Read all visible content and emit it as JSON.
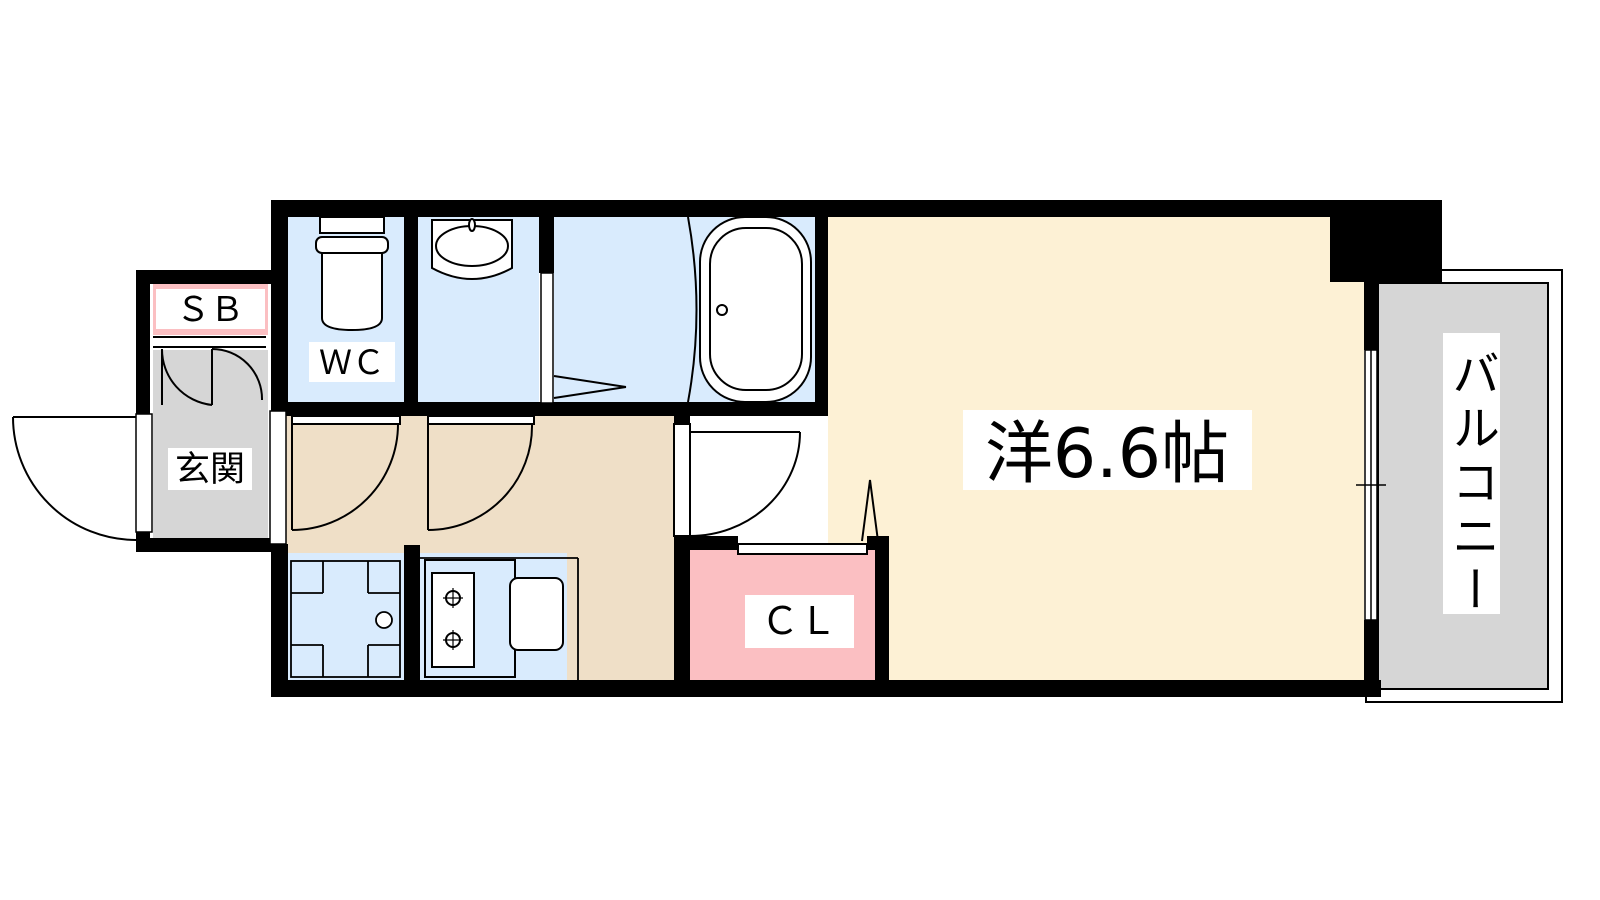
{
  "floor_plan": {
    "rooms": {
      "sb": "ＳＢ",
      "wc": "ＷＣ",
      "entrance": "玄関",
      "western_room": "洋6.6帖",
      "closet": "ＣＬ",
      "balcony": "バルコニー"
    },
    "colors": {
      "wall": "#000000",
      "western_room": "#fdf1d5",
      "corridor": "#efdfc7",
      "wet_area": "#d9ebfd",
      "storage": "#fbbfc2",
      "entrance": "#d6d6d6",
      "balcony": "#d6d6d6"
    }
  }
}
